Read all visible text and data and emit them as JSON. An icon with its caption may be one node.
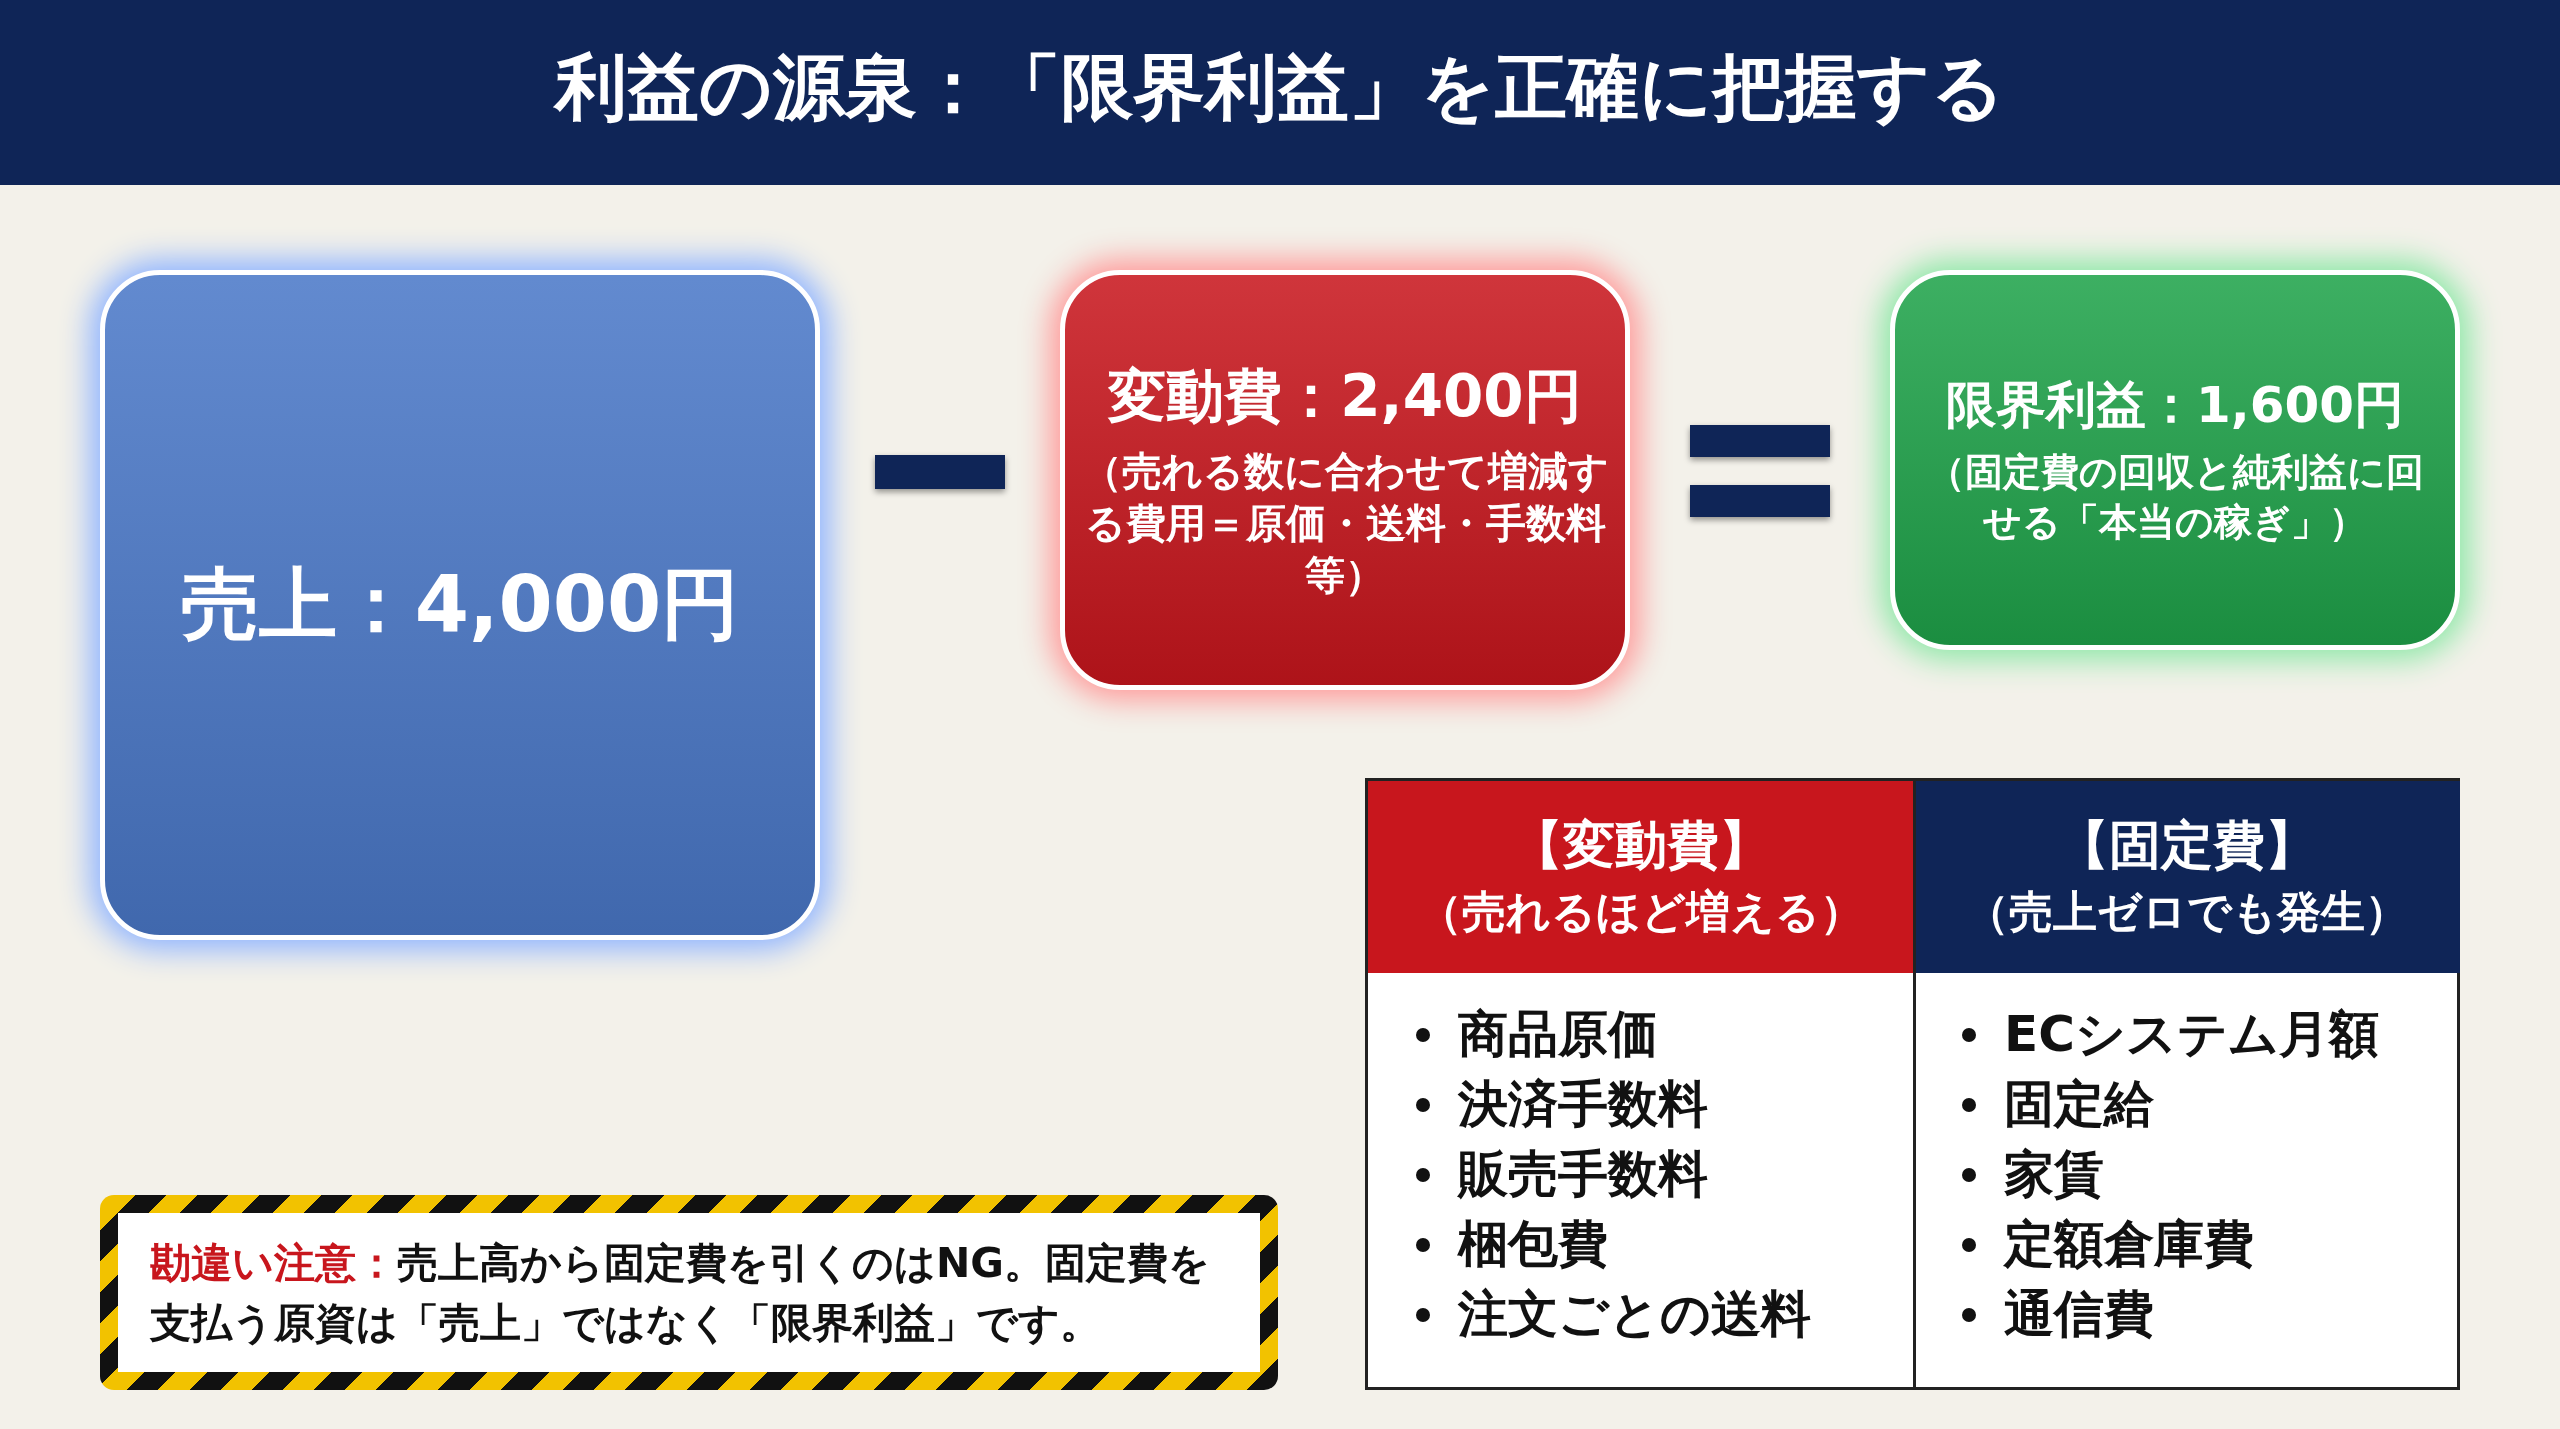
{
  "diagram": {
    "title": "利益の源泉：「限界利益」を正確に把握する",
    "nodes": [
      {
        "text": [
          "売上：4,000円"
        ]
      },
      {
        "text": [
          "変動費：2,400円",
          "（売れる数に合わせて増減する費用＝原価・送料・手数料等）"
        ]
      },
      {
        "text": [
          "限界利益：1,600円",
          "（固定費の回収と純利益に回せる「本当の稼ぎ」）"
        ]
      },
      {
        "text": [
          "勘違い注意：",
          "売上高から固定費を引くのはNG。固定費を支払う原資は「売上」ではなく「限界利益」です。"
        ]
      }
    ],
    "edges": [],
    "labels": [
      "【変動費】",
      "（売れるほど増える）",
      "【固定費】",
      "（売上ゼロでも発生）",
      "商品原価",
      "決済手数料",
      "販売手数料",
      "梱包費",
      "注文ごとの送料",
      "ECシステム月額",
      "固定給",
      "家賃",
      "定額倉庫費",
      "通信費"
    ]
  }
}
